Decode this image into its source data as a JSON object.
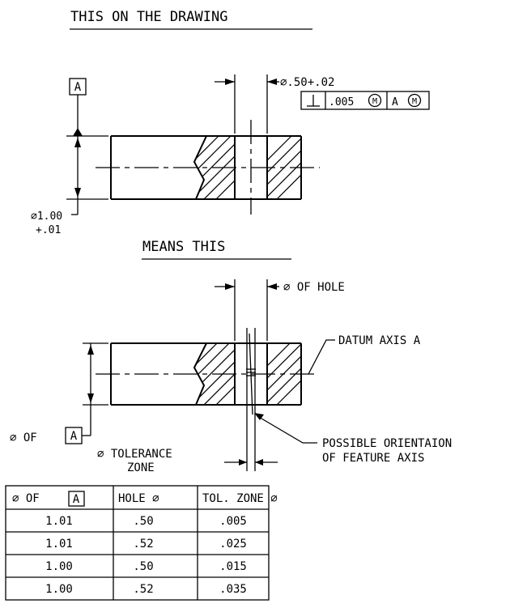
{
  "top_view": {
    "title": "THIS ON THE DRAWING",
    "datum_letter": "A",
    "hole_size": "⌀.50+.02",
    "fcf": {
      "symbol": "⊥",
      "tolerance": ".005",
      "tolerance_modifier": "M",
      "datum": "A",
      "datum_modifier": "M"
    },
    "outer_size_line1": "⌀1.00",
    "outer_size_line2": "+.01"
  },
  "bottom_view": {
    "title": "MEANS THIS",
    "hole_label": "⌀ OF HOLE",
    "datum_axis_label": "DATUM AXIS A",
    "datum_dia_label": "⌀ OF",
    "datum_letter": "A",
    "tol_zone_line1": "⌀ TOLERANCE",
    "tol_zone_line2": "ZONE",
    "orientation_line1": "POSSIBLE ORIENTAION",
    "orientation_line2": "OF FEATURE AXIS"
  },
  "table": {
    "headers": [
      "⌀ OF",
      "HOLE ⌀",
      "TOL. ZONE ⌀"
    ],
    "header_datum_letter": "A",
    "rows": [
      [
        "1.01",
        ".50",
        ".005"
      ],
      [
        "1.01",
        ".52",
        ".025"
      ],
      [
        "1.00",
        ".50",
        ".015"
      ],
      [
        "1.00",
        ".52",
        ".035"
      ]
    ]
  }
}
